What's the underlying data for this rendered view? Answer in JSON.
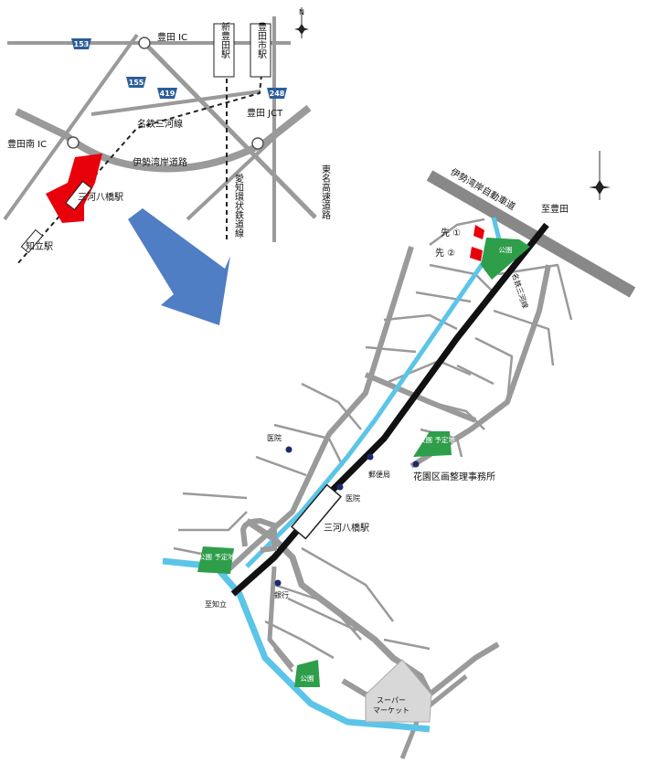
{
  "colors": {
    "road": "#9a9a9a",
    "railway_black": "#111111",
    "river": "#5bc5e8",
    "park": "#2e9e4a",
    "site": "#e8000b",
    "arrow": "#4f7ec4",
    "route_shield": "#2c5d9a",
    "supermarket": "#d8d8d8"
  },
  "overview": {
    "route_153": "153",
    "route_155": "155",
    "route_419": "419",
    "route_248": "248",
    "toyota_ic": "豊田 IC",
    "shin_toyota_station": "新豊田駅",
    "toyotashi_station": "豊田市駅",
    "meitetsu_mikawa_line": "名鉄三河線",
    "toyota_jct": "豊田 JCT",
    "toyota_minami_ic": "豊田南 IC",
    "isewangan_road": "伊勢湾岸道路",
    "aikan_line": "愛知環状鉄道線",
    "tomei_expressway": "東名高速道路",
    "mikawa_yatsuhashi_station": "三河八橋駅",
    "chiryu_station": "知立駅"
  },
  "detail": {
    "isewangan_expressway": "伊勢湾岸自動車道",
    "to_toyota": "至豊田",
    "site_1": "先 ①",
    "site_2": "先 ②",
    "park": "公園",
    "meitetsu_mikawa_line": "名鉄三河線",
    "hospital_1": "医院",
    "post_office": "郵便局",
    "planned_park": "公園 予定地",
    "kukaku_office": "花園区画整理事務所",
    "hospital_2": "医院",
    "mikawa_yatsuhashi_station": "三河八橋駅",
    "to_chiryu": "至知立",
    "bank": "銀行",
    "supermarket_line1": "スーパー",
    "supermarket_line2": "マーケット"
  },
  "icons": [
    "compass-icon",
    "route-shield-icon",
    "station-icon",
    "interchange-icon",
    "poi-dot-icon",
    "direction-arrow-icon"
  ]
}
